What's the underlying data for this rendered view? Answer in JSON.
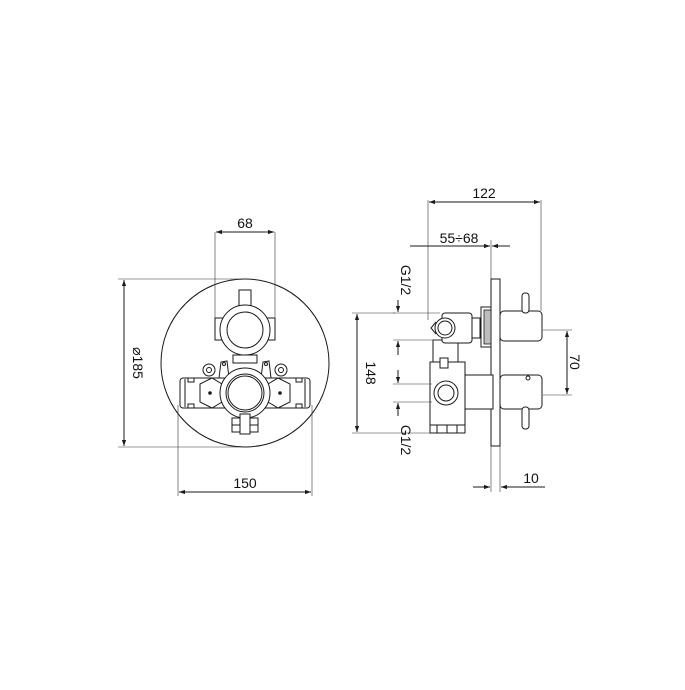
{
  "drawing": {
    "type": "technical-drawing",
    "subject": "concealed thermostatic shower valve with two handles",
    "colors": {
      "line": "#1a1a1a",
      "background": "#ffffff",
      "hatch": "#bdbdbd"
    },
    "front_view": {
      "dimensions": {
        "handle_spacing": "68",
        "plate_diameter": "⌀185",
        "body_width": "150"
      }
    },
    "side_view": {
      "dimensions": {
        "overall_depth": "122",
        "installation_depth": "55÷68",
        "connection_top": "G1/2",
        "connection_bottom": "G1/2",
        "connection_spacing": "148",
        "handle_spacing": "70",
        "plate_thickness": "10"
      }
    }
  }
}
